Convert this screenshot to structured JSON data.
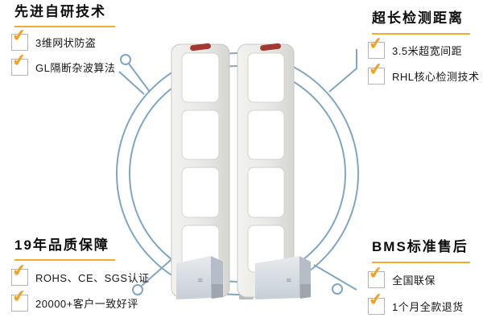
{
  "colors": {
    "accent_orange": "#F6A01E",
    "underline_orange": "#F3AC33",
    "line_blue": "#7FA6C5",
    "alarm_red": "#A33831",
    "pillar_gray": "#E8E8E5",
    "base_gray": "#C9CFD7",
    "text_dark": "#0D0D0D"
  },
  "icons": {
    "check": "✔",
    "wave": "≋"
  },
  "features": {
    "top_left": {
      "title": "先进自研技术",
      "items": [
        "3维网状防盗",
        "GL隔断杂波算法"
      ]
    },
    "top_right": {
      "title": "超长检测距离",
      "items": [
        "3.5米超宽间距",
        "RHL核心检测技术"
      ]
    },
    "bottom_left": {
      "title": "19年品质保障",
      "items": [
        "ROHS、CE、SGS认证",
        "20000+客户一致好评"
      ]
    },
    "bottom_right": {
      "title": "BMS标准售后",
      "items": [
        "全国联保",
        "1个月全款退货"
      ]
    }
  }
}
